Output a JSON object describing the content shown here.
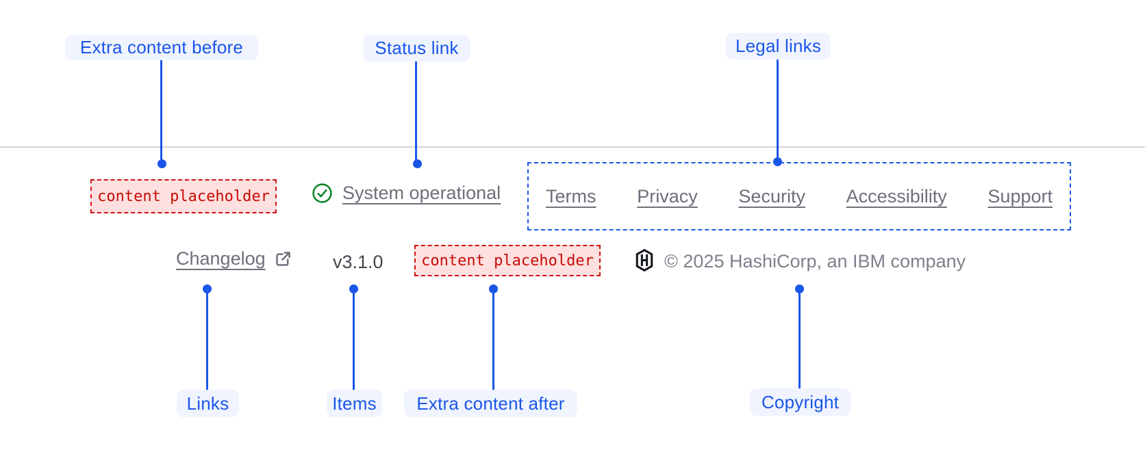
{
  "colors": {
    "accent_blue": "#1a56e8",
    "pill_bg": "#f0f4fe",
    "text_muted": "#6d6f7a",
    "text_dark": "#42474e",
    "copyright_gray": "#7d818b",
    "red": "#c50d07",
    "red_border": "#d11010",
    "red_bg": "#ffe0e0",
    "green": "#0b8528",
    "divider": "#d6d3da",
    "logo_color": "#14181d"
  },
  "annotations": {
    "extra_content_before": "Extra content before",
    "status_link": "Status link",
    "legal_links": "Legal links",
    "links": "Links",
    "items": "Items",
    "extra_content_after": "Extra content after",
    "copyright": "Copyright"
  },
  "footer": {
    "extra_content_before": "content placeholder",
    "status_label": "System operational",
    "legal_links": [
      "Terms",
      "Privacy",
      "Security",
      "Accessibility",
      "Support"
    ],
    "changelog_label": "Changelog",
    "version": "v3.1.0",
    "extra_content_after": "content placeholder",
    "copyright_text": "© 2025 HashiCorp, an IBM company"
  }
}
